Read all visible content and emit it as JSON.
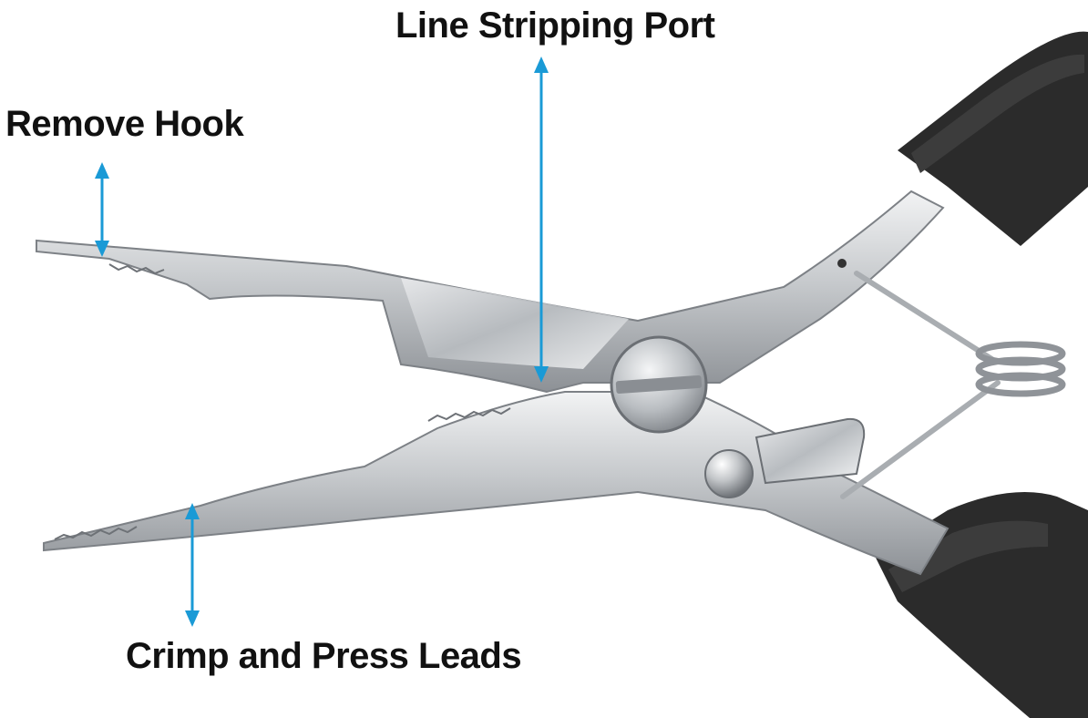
{
  "labels": {
    "line_stripping_port": "Line Stripping Port",
    "remove_hook": "Remove Hook",
    "crimp_and_press_leads": "Crimp and Press Leads"
  },
  "colors": {
    "arrow": "#1a9ad6",
    "steel": "#c9ccd0",
    "handle": "#2b2b2b",
    "text": "#111111"
  },
  "icons": {
    "product": "fishing-pliers-icon"
  }
}
